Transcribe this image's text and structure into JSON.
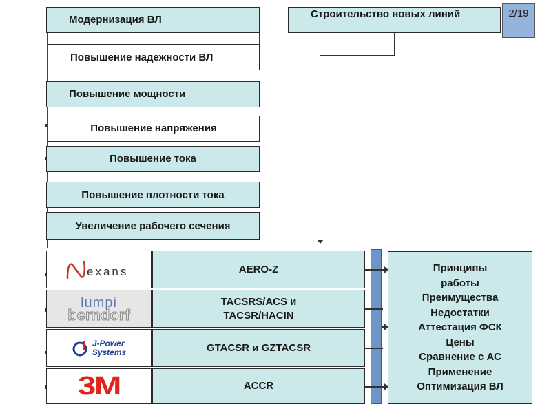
{
  "left_column": {
    "modernization": "Модернизация ВЛ",
    "reliability": "Повышение надежности ВЛ",
    "power": "Повышение мощности",
    "voltage": "Повышение напряжения",
    "current": "Повышение тока",
    "current_density": "Повышение плотности тока",
    "cross_section": "Увеличение рабочего сечения"
  },
  "right_top": {
    "new_lines": "Строительство новых линий",
    "page_badge": "2/19"
  },
  "manufacturers": [
    {
      "logo_text": "exans",
      "logo_letter": "N",
      "product": "AERO-Z"
    },
    {
      "logo_text_top": "lumpi",
      "logo_text_bottom": "berndorf",
      "product": "TACSRS/ACS и TACSR/HACIN"
    },
    {
      "logo_text_top": "J-Power",
      "logo_text_bottom": "Systems",
      "product": "GTACSR и GZTACSR"
    },
    {
      "logo_text": "3M",
      "product": "ACCR"
    }
  ],
  "info_box": {
    "items": [
      "Принципы",
      "работы",
      "Преимущества",
      "Недостатки",
      "Аттестация ФСК",
      "Цены",
      "Сравнение с АС",
      "Применение",
      "Оптимизация ВЛ"
    ]
  },
  "colors": {
    "teal_fill": "#cbe9ea",
    "bar_blue": "#6f94c8",
    "badge_blue": "#93b3dc",
    "nexans_red": "#c0392b",
    "threem_red": "#e2231a",
    "jpower_blue": "#1f3f8f"
  }
}
